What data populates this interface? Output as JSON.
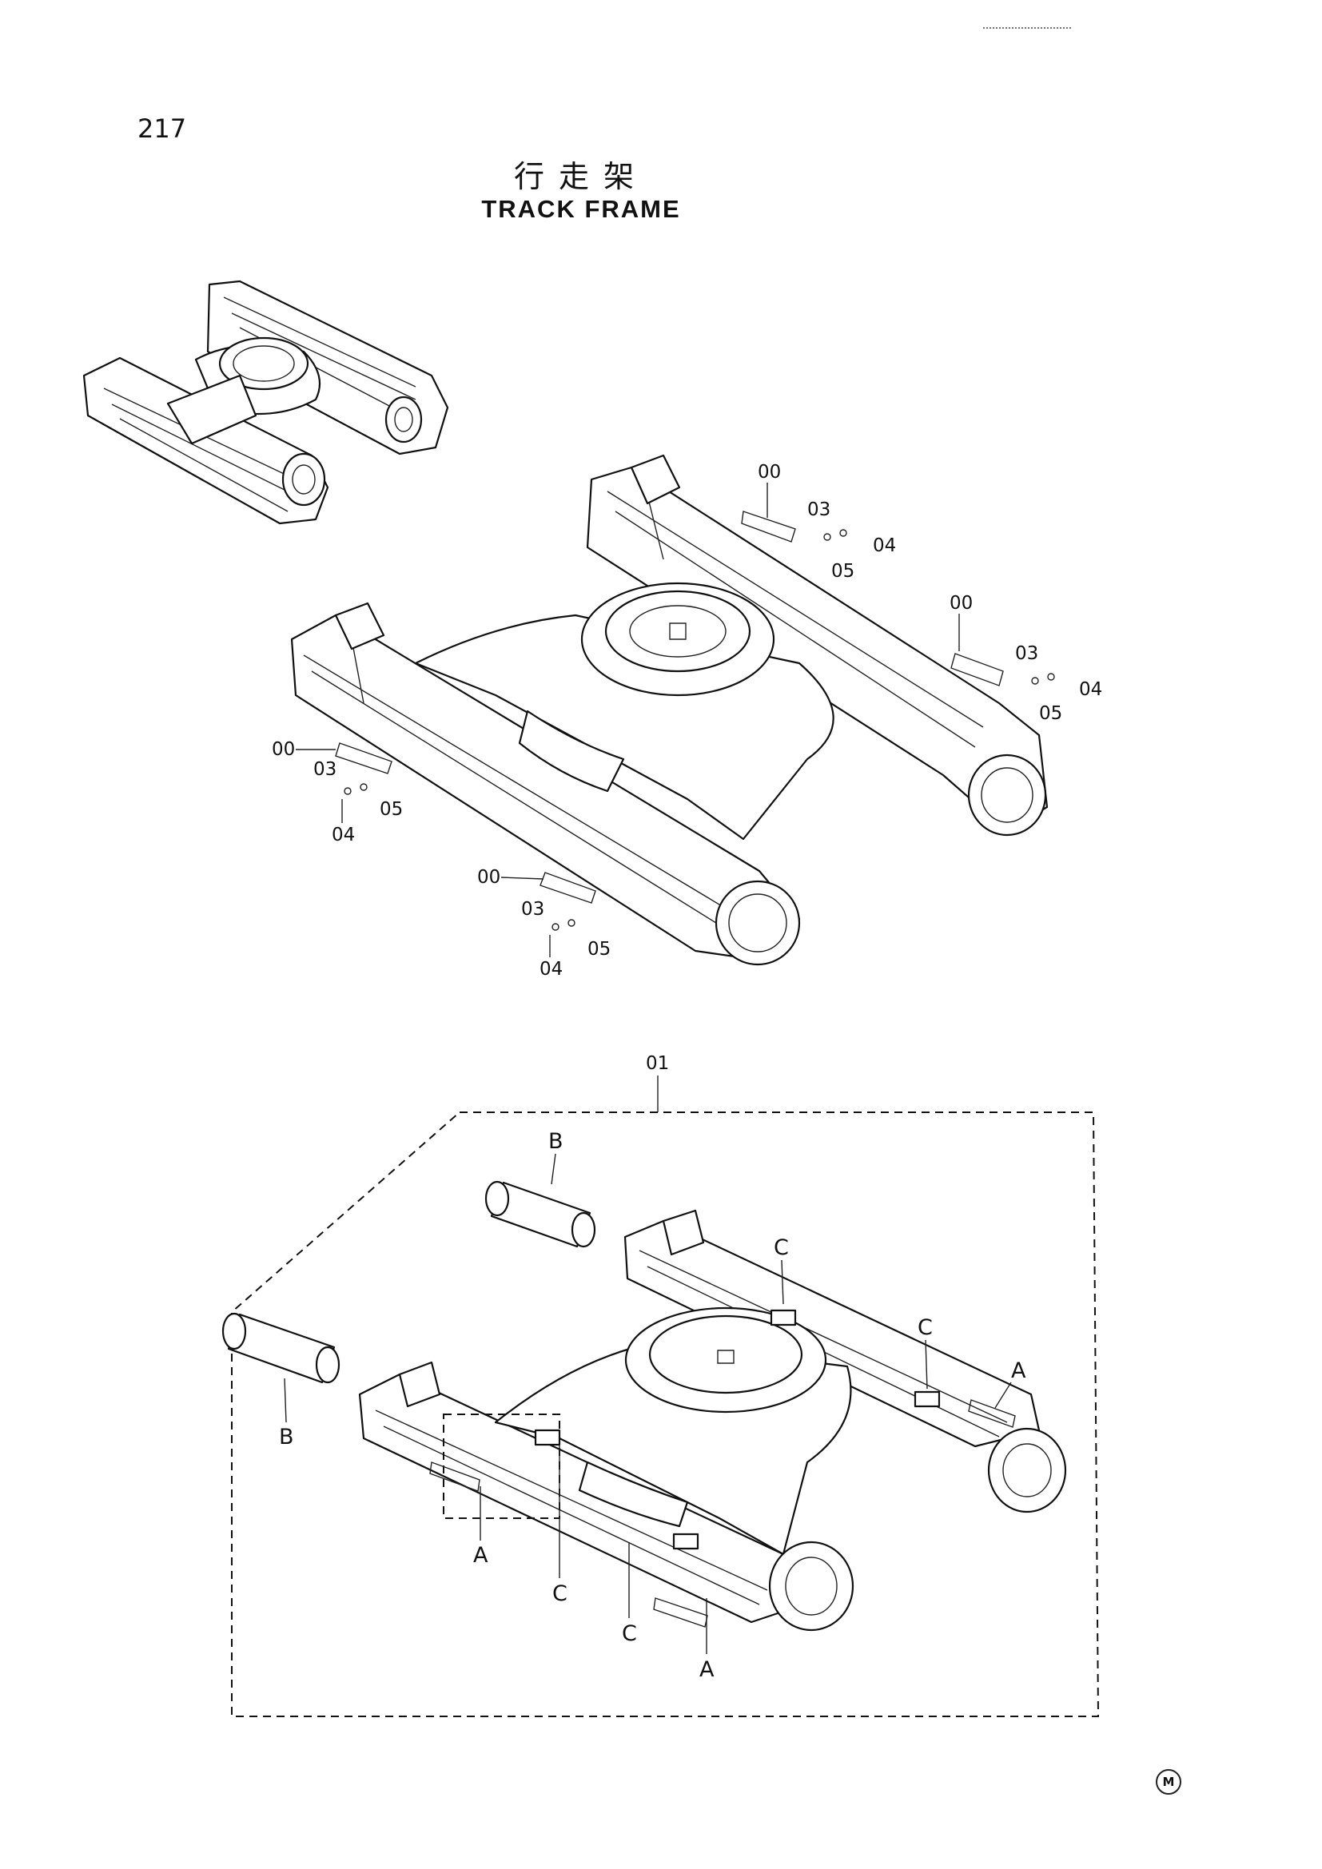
{
  "page_number": "217",
  "title_cn": "行走架",
  "title_en": "TRACK FRAME",
  "corner_mark": "M",
  "callouts": {
    "upper_right_top": {
      "n00": "00",
      "n03": "03",
      "n04": "04",
      "n05": "05"
    },
    "upper_right_mid": {
      "n00": "00",
      "n03": "03",
      "n04": "04",
      "n05": "05"
    },
    "upper_left": {
      "n00": "00",
      "n03": "03",
      "n04": "04",
      "n05": "05"
    },
    "upper_bottom": {
      "n00": "00",
      "n03": "03",
      "n04": "04",
      "n05": "05"
    }
  },
  "assembly": {
    "part": "01",
    "labels": {
      "b_top": "B",
      "b_left": "B",
      "c_top": "C",
      "c_right": "C",
      "c_mid": "C",
      "c_low": "C",
      "a_right": "A",
      "a_left": "A",
      "a_low": "A"
    }
  }
}
